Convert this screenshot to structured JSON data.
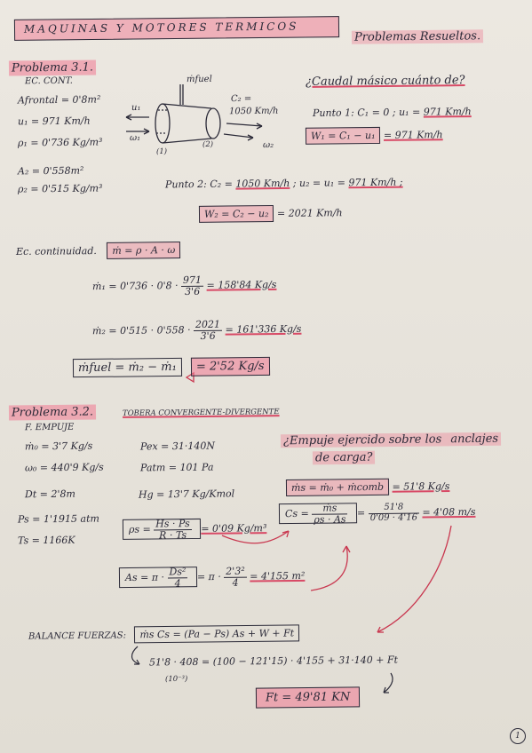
{
  "header": {
    "title": "MAQUINAS Y MOTORES TERMICOS",
    "subtitle": "Problemas Resueltos."
  },
  "p1": {
    "heading": "Problema 3.1.",
    "sub": "EC. CONT.",
    "d_mfuel": "ṁfuel",
    "d_u1": "u₁",
    "d_w1": "ω₁",
    "d_c2": "C₂ =",
    "d_c2v": "1050 Km/h",
    "d_n1": "(1)",
    "d_n2": "(2)",
    "d_w2": "ω₂",
    "a_frontal": "Afrontal = 0'8m²",
    "u1": "u₁ = 971 Km/h",
    "rho1": "ρ₁ = 0'736 Kg/m³",
    "a2": "A₂ = 0'558m²",
    "rho2": "ρ₂ = 0'515 Kg/m³",
    "question": "¿Caudal másico cuánto de?",
    "punto1_label": "Punto 1:",
    "punto1_eq": "C₁ = 0 ; u₁ = ",
    "punto1_val": "971 Km/h",
    "w1_box": "W₁ = C₁ − u₁",
    "w1_val": "= 971 Km/h",
    "punto2_label": "Punto 2:",
    "punto2_eq": "C₂ = ",
    "punto2_c2": "1050 Km/h",
    "punto2_u2": "; u₂ = u₁ = ",
    "punto2_u2v": "971 Km/h ;",
    "w2_box": "W₂ = C₂ − u₂",
    "w2_val": "= 2021 Km/h",
    "ec_cont_label": "Ec. continuidad.",
    "ec_cont_box": "ṁ = ρ · A · ω",
    "m1_lhs": "ṁ₁ = 0'736 · 0'8 ·",
    "m1_num": "971",
    "m1_den": "3'6",
    "m1_res": "= 158'84 Kg/s",
    "m2_lhs": "ṁ₂ = 0'515 · 0'558 ·",
    "m2_num": "2021",
    "m2_den": "3'6",
    "m2_res": "= 161'336 Kg/s",
    "mfuel_box": "ṁfuel = ṁ₂ − ṁ₁",
    "mfuel_res": "= 2'52 Kg/s"
  },
  "p2": {
    "heading": "Problema 3.2.",
    "sub": "TOBERA CONVERGENTE-DIVERGENTE",
    "sub2": "F. EMPUJE",
    "m0": "ṁ₀ = 3'7 Kg/s",
    "w0": "ω₀ = 440'9 Kg/s",
    "dt": "Dt = 2'8m",
    "ps": "Ps = 1'1915 atm",
    "ts": "Ts = 1166K",
    "pex": "Pex = 31·140N",
    "patm": "Patm = 101 Pa",
    "hg": "Hg = 13'7 Kg/Kmol",
    "question1": "¿Empuje ejercido sobre los ",
    "question1b": "anclajes",
    "question2": "de carga?",
    "ms_box": "ṁs = ṁ₀ + ṁcomb",
    "ms_val": "= 51'8 Kg/s",
    "rhos_lhs": "ρs =",
    "rhos_num": "Hs · Ps",
    "rhos_den": "R · Ts",
    "rhos_res": "= 0'09 Kg/m³",
    "cs_lhs": "Cs =",
    "cs_num": "ṁs",
    "cs_den": "ρs · As",
    "cs_mid": "=",
    "cs_num2": "51'8",
    "cs_den2": "0'09 · 4'16",
    "cs_res": "= 4'08 m/s",
    "as_lhs": "As = π ·",
    "as_num": "Ds²",
    "as_den": "4",
    "as_mid": "= π ·",
    "as_num2": "2'3²",
    "as_den2": "4",
    "as_res": "= 4'155 m²",
    "balance_label": "BALANCE FUERZAS:",
    "balance_box": "ṁs Cs = (Pa − Ps) As + W + Ft",
    "sub_eq": "51'8 · 408 = (100 − 121'15) · 4'155 + 31·140 + Ft",
    "sub_eq2": "(10⁻³)",
    "ft_box": "Ft = 49'81 KN"
  },
  "page_number": "1"
}
